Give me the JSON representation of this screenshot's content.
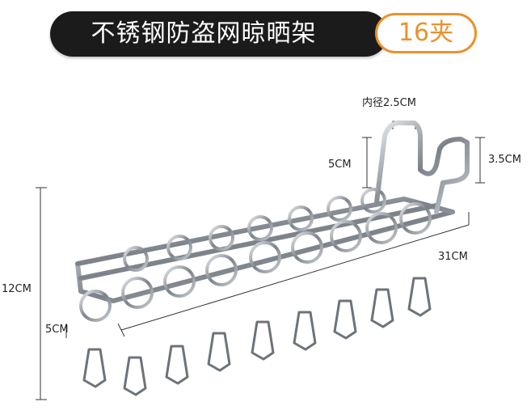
{
  "title": "不锈钢防盗网晾晒架",
  "count_badge": "16夹",
  "dimensions": {
    "hook_inner_diameter": "内径2.5CM",
    "hook_height": "5CM",
    "hook_drop": "3.5CM",
    "total_height": "12CM",
    "clip_drop": "5CM",
    "length": "31CM"
  },
  "colors": {
    "title_bg": "#1b1b1b",
    "title_text": "#ffffff",
    "badge_accent": "#e8922e",
    "steel": "#8a8f96"
  }
}
